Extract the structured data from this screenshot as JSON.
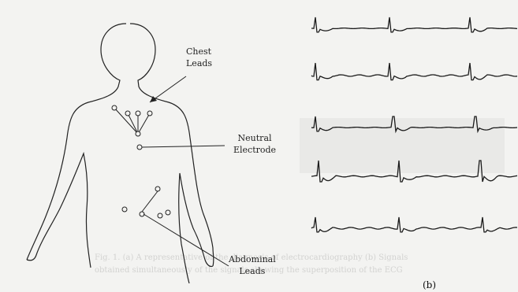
{
  "labels": {
    "chest_leads": [
      "Chest",
      "Leads"
    ],
    "neutral_electrode": [
      "Neutral",
      "Electrode"
    ],
    "abdominal_leads": [
      "Abdominal",
      "Leads"
    ],
    "panel_b": "(b)"
  },
  "caption_faint": [
    "Fig. 1.  (a) A representative of the diagnosis of electrocardiography (b) Signals",
    "obtained simultaneously of the signals showing the superposition of the ECG"
  ],
  "colors": {
    "ink": "#222222",
    "background": "#f3f3f1"
  }
}
